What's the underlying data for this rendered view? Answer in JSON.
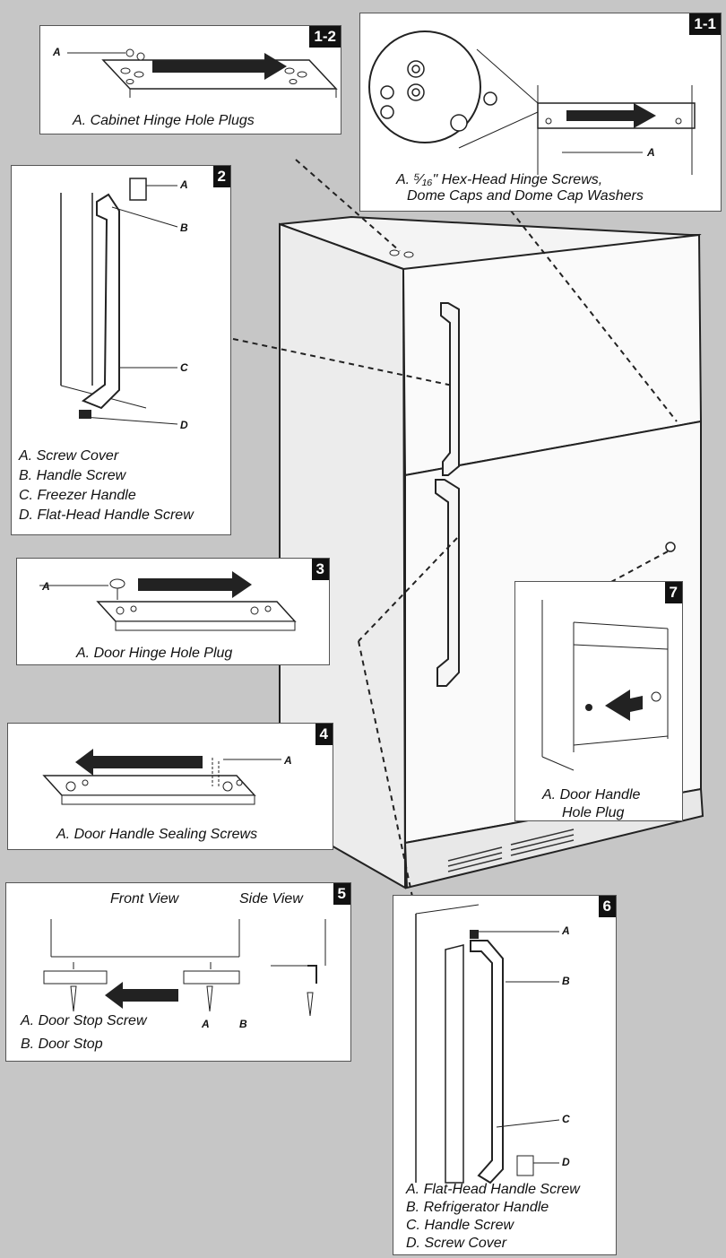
{
  "panel_1_2": {
    "number": "1-2",
    "label_a": "A",
    "caption": "A. Cabinet Hinge Hole Plugs"
  },
  "panel_1_1": {
    "number": "1-1",
    "label_a": "A",
    "caption": [
      "A. ⁵⁄₁₆\" Hex-Head Hinge Screws,",
      "Dome Caps and Dome Cap Washers"
    ]
  },
  "panel_2": {
    "number": "2",
    "labels": [
      "A",
      "B",
      "C",
      "D"
    ],
    "caption": [
      "A. Screw Cover",
      "B. Handle Screw",
      "C. Freezer Handle",
      "D. Flat-Head Handle Screw"
    ]
  },
  "panel_3": {
    "number": "3",
    "label_a": "A",
    "caption": "A. Door Hinge Hole Plug"
  },
  "panel_4": {
    "number": "4",
    "label_a": "A",
    "caption": "A. Door Handle Sealing Screws"
  },
  "panel_5": {
    "number": "5",
    "front_view": "Front View",
    "side_view": "Side View",
    "labels": [
      "A",
      "B"
    ],
    "caption": [
      "A. Door Stop Screw",
      "B. Door Stop"
    ]
  },
  "panel_6": {
    "number": "6",
    "labels": [
      "A",
      "B",
      "C",
      "D"
    ],
    "caption": [
      "A. Flat-Head Handle Screw",
      "B. Refrigerator Handle",
      "C. Handle Screw",
      "D. Screw Cover"
    ]
  },
  "panel_7": {
    "number": "7",
    "caption": [
      "A. Door Handle",
      "Hole Plug"
    ]
  }
}
